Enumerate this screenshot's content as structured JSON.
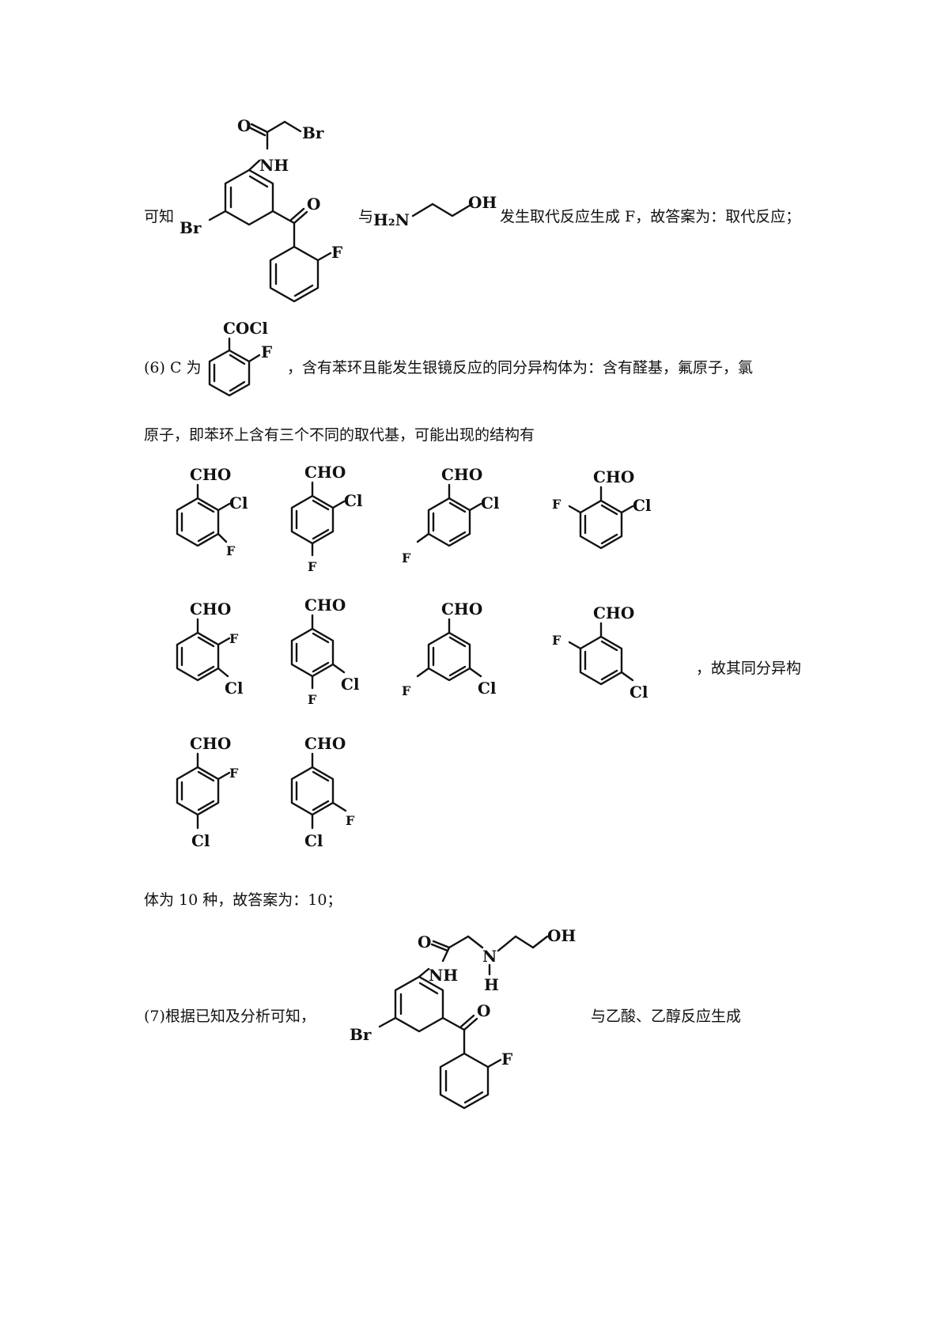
{
  "para1": {
    "t1": "可知",
    "t2": "与",
    "t3": "发生取代反应生成 F，故答案为：取代反应；"
  },
  "para2": {
    "line1_a": "(6) C 为",
    "line1_b": "，含有苯环且能发生银镜反应的同分异构体为：含有醛基，氟原子，氯",
    "line2": "原子，即苯环上含有三个不同的取代基，可能出现的结构有",
    "line3_tail": "，故其同分异构",
    "line4": "体为 10 种，故答案为：10；"
  },
  "para3": {
    "t1": "(7)根据已知及分析可知，",
    "t2": "与乙酸、乙醇反应生成"
  },
  "labels": {
    "Br": "Br",
    "O": "O",
    "NH": "NH",
    "N": "N",
    "H": "H",
    "F": "F",
    "Cl": "Cl",
    "OH": "OH",
    "H2N": "H₂N",
    "COCl": "COCl",
    "CHO": "CHO"
  }
}
